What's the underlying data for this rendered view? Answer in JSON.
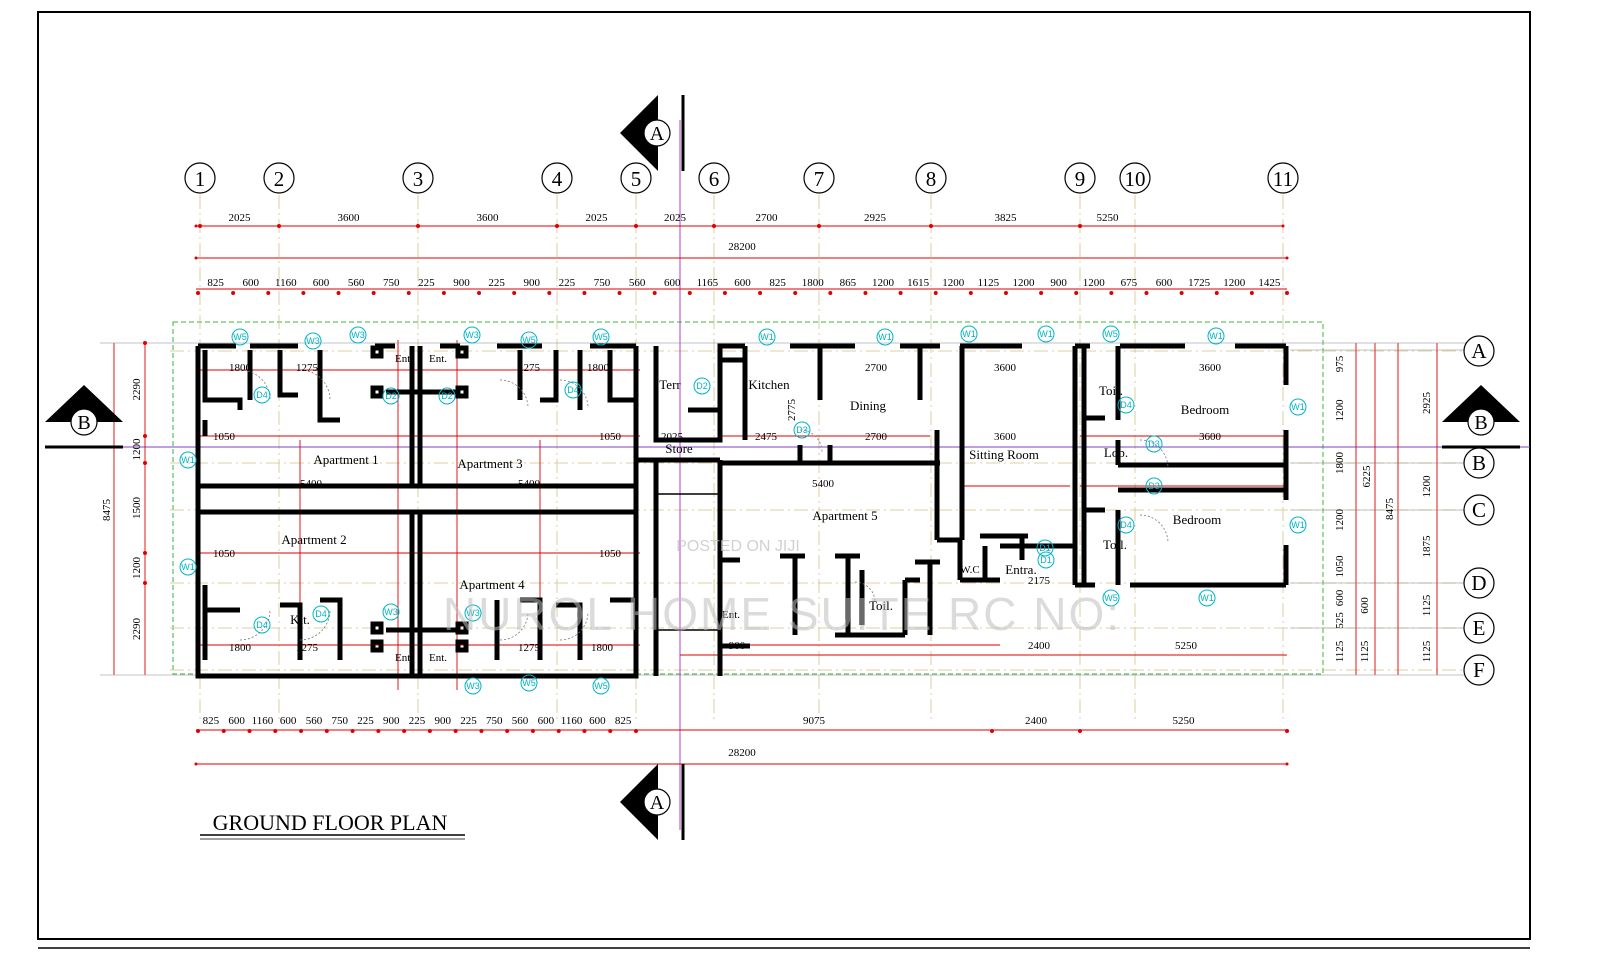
{
  "title": "GROUND FLOOR PLAN",
  "section_marks": {
    "a": "A",
    "b": "B"
  },
  "grid_columns": [
    "1",
    "2",
    "3",
    "4",
    "5",
    "6",
    "7",
    "8",
    "9",
    "10",
    "11"
  ],
  "grid_rows": [
    "A",
    "B",
    "C",
    "D",
    "E",
    "F"
  ],
  "top_dims_axes": [
    "2025",
    "3600",
    "3600",
    "2025",
    "2025",
    "2700",
    "2925",
    "3825",
    "5250"
  ],
  "overall_length": "28200",
  "top_detail_dims": [
    "825",
    "600",
    "1160",
    "600",
    "560",
    "750",
    "225",
    "900",
    "225",
    "900",
    "225",
    "750",
    "560",
    "600",
    "1165",
    "600",
    "825",
    "1800",
    "865",
    "1200",
    "1615",
    "1200",
    "1125",
    "1200",
    "900",
    "1200",
    "675",
    "600",
    "1725",
    "1200",
    "1425"
  ],
  "bottom_detail_dims": [
    "825",
    "600",
    "1160",
    "600",
    "560",
    "750",
    "225",
    "900",
    "225",
    "900",
    "225",
    "750",
    "560",
    "600",
    "1160",
    "600",
    "825",
    "9075",
    "2400",
    "5250"
  ],
  "left_dims_outer": [
    "8475"
  ],
  "left_dims_inner": [
    "2290",
    "1200",
    "1500",
    "1200",
    "2290"
  ],
  "right_dims_a": [
    "975",
    "1200",
    "1800",
    "1200",
    "1050",
    "600",
    "525",
    "1125"
  ],
  "right_dims_b": [
    "6225"
  ],
  "right_dims_c": [
    "8475"
  ],
  "right_dims_d": [
    "2925",
    "1200",
    "1875",
    "1125",
    "1125"
  ],
  "right_dims_e": [
    "600",
    "1125"
  ],
  "rooms": {
    "apt1": "Apartment 1",
    "apt2": "Apartment 2",
    "apt3": "Apartment 3",
    "apt4": "Apartment 4",
    "apt5": "Apartment 5",
    "kitchen": "Kitchen",
    "dining": "Dining",
    "terr": "Terr",
    "store": "Store",
    "sitting": "Sitting Room",
    "bedroom1": "Bedroom",
    "bedroom2": "Bedroom",
    "lob": "Lob.",
    "toil1": "Toil.",
    "toil2": "Toil.",
    "toil3": "Toil.",
    "wc": "W.C",
    "entra": "Entra.",
    "ent1": "Ent.",
    "ent2": "Ent.",
    "ent3": "Ent.",
    "ent4": "Ent.",
    "ent5": "Ent.",
    "kit": "Kit."
  },
  "inner_dims": {
    "d5400a": "5400",
    "d5400b": "5400",
    "d5400c": "5400",
    "d1800a": "1800",
    "d1800b": "1800",
    "d1800c": "1800",
    "d1800d": "1800",
    "d1275a": "1275",
    "d1275b": "1275",
    "d1275c": "1275",
    "d1275d": "1275",
    "d1050a": "1050",
    "d1050b": "1050",
    "d1050c": "1050",
    "d1050d": "1050",
    "d2700a": "2700",
    "d2700b": "2700",
    "d3600a": "3600",
    "d3600b": "3600",
    "d3600c": "3600",
    "d3600d": "3600",
    "d2475": "2475",
    "d2025": "2025",
    "d900a": "900",
    "d2400": "2400",
    "d5250": "5250",
    "d2175": "2175",
    "d2775": "2775"
  },
  "tags": [
    "W5",
    "W3",
    "W3",
    "W3",
    "W5",
    "W5",
    "W1",
    "W1",
    "W1",
    "W1",
    "W5",
    "W1",
    "W1",
    "W1",
    "W5",
    "W3",
    "W3",
    "W3",
    "W5",
    "W5",
    "W1",
    "W1",
    "W1",
    "D4",
    "D4",
    "D2",
    "D3",
    "D3",
    "D2",
    "D2",
    "D4",
    "D4",
    "D1",
    "D1",
    "D3",
    "D4",
    "D4"
  ],
  "watermark": "NUROL HOME SUITE RC NO:",
  "watermark_small": "POSTED ON JIJI"
}
